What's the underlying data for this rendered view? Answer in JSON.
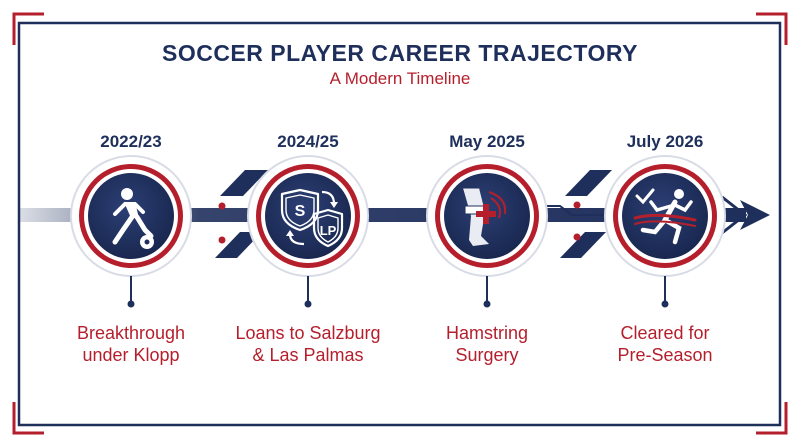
{
  "header": {
    "title": "SOCCER PLAYER CAREER TRAJECTORY",
    "subtitle": "A Modern Timeline"
  },
  "colors": {
    "navy": "#1f2f5c",
    "red": "#b51f2c",
    "frame": "#1f2f5c"
  },
  "milestones": [
    {
      "date": "2022/23",
      "label_line1": "Breakthrough",
      "label_line2": "under Klopp",
      "icon": "player-kicking-ball-icon"
    },
    {
      "date": "2024/25",
      "label_line1": "Loans to Salzburg",
      "label_line2": "& Las Palmas",
      "icon": "club-badges-swap-icon"
    },
    {
      "date": "May 2025",
      "label_line1": "Hamstring",
      "label_line2": "Surgery",
      "icon": "injured-leg-icon"
    },
    {
      "date": "July 2026",
      "label_line1": "Cleared for",
      "label_line2": "Pre-Season",
      "icon": "sprinter-finish-line-icon"
    }
  ]
}
